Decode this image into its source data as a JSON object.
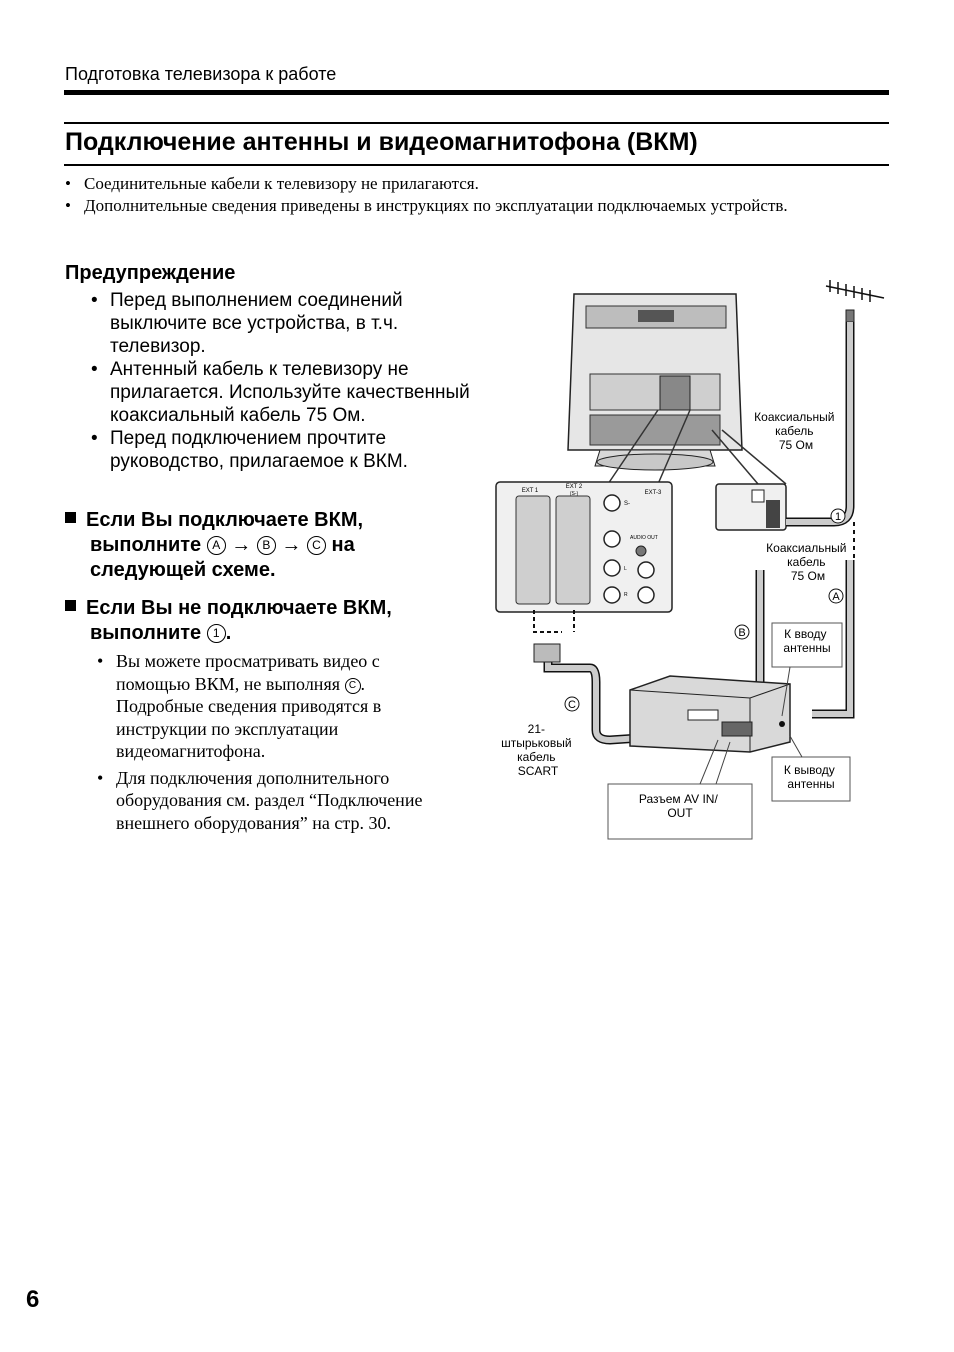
{
  "header": {
    "section": "Подготовка телевизора к работе"
  },
  "title": "Подключение антенны и видеомагнитофона (ВКМ)",
  "intro_bullets": [
    "Соединительные кабели к телевизору не прилагаются.",
    "Дополнительные сведения приведены в инструкциях по эксплуатации подключаемых устройств."
  ],
  "warning": {
    "heading": "Предупреждение",
    "items": [
      "Перед выполнением соединений выключите все устройства, в т.ч. телевизор.",
      "Антенный кабель к телевизору не прилагается. Используйте качественный коаксиальный кабель 75 Ом.",
      "Перед подключением прочтите руководство, прилагаемое к ВКМ."
    ]
  },
  "with_vcr": {
    "line1": "Если Вы подключаете ВКМ,",
    "line2_prefix": "выполните",
    "step_a": "A",
    "step_b": "B",
    "step_c": "C",
    "arrow": "→",
    "line2_suffix": "на",
    "line3": "следующей схеме."
  },
  "without_vcr": {
    "line1": "Если Вы не подключаете ВКМ,",
    "line2_prefix": "выполните",
    "step": "1",
    "line2_suffix": "."
  },
  "notes": {
    "note1_before": "Вы можете просматривать видео с помощью ВКМ, не выполняя",
    "note1_step": "C",
    "note1_after": ". Подробные сведения приводятся в инструкции по эксплуатации видеомагнитофона.",
    "note2": "Для подключения дополнительного оборудования см. раздел “Подключение внешнего оборудования” на стр. 30."
  },
  "diagram": {
    "coax_top": [
      "Коаксиальный",
      "кабель",
      "75 Ом"
    ],
    "coax_mid": [
      "Коаксиальный",
      "кабель",
      "75 Ом"
    ],
    "scart": [
      "21-",
      "штырьковый",
      "кабель",
      "SCART"
    ],
    "to_antenna_in": [
      "К вводу",
      "антенны"
    ],
    "to_antenna_out": [
      "К выводу",
      "антенны"
    ],
    "av_jack": [
      "Разъем AV IN/",
      "OUT"
    ],
    "markers": {
      "one": "1",
      "a": "A",
      "b": "B",
      "c": "C"
    },
    "panel": {
      "ext1": "EXT 1",
      "ext2": "EXT 2",
      "ext2_sub": "(S-)",
      "ext3": "EXT-3",
      "svideo": "S-",
      "audio_out": "AUDIO OUT",
      "l": "L",
      "r": "R"
    }
  },
  "page_number": "6"
}
